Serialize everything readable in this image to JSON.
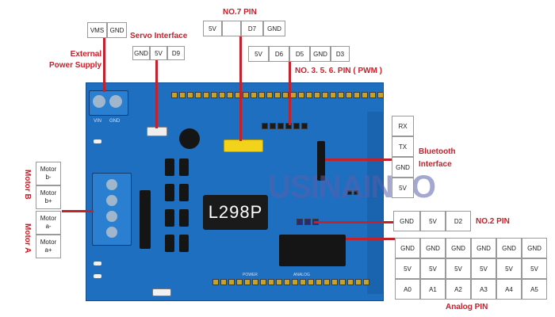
{
  "power": {
    "title": "External\nPower Supply",
    "pins": [
      "VMS",
      "GND"
    ],
    "terminal": [
      "VIN",
      "GND"
    ]
  },
  "servo": {
    "title": "Servo Interface",
    "pins": [
      "GND",
      "5V",
      "D9"
    ]
  },
  "no7": {
    "title": "NO.7 PIN",
    "pins": [
      "5V",
      "",
      "D7",
      "GND"
    ]
  },
  "pwm": {
    "title": "NO. 3. 5. 6. PIN ( PWM )",
    "pins": [
      "5V",
      "D6",
      "D5",
      "GND",
      "D3"
    ]
  },
  "bluetooth": {
    "title": "Bluetooth\nInterface",
    "pins": [
      "RX",
      "TX",
      "GND",
      "5V"
    ]
  },
  "no2": {
    "title": "NO.2 PIN",
    "pins": [
      "GND",
      "5V",
      "D2"
    ]
  },
  "motor": {
    "b_title": "Motor B",
    "a_title": "Motor A",
    "pins": [
      "Motor b-",
      "Motor b+",
      "Motor a-",
      "Motor a+"
    ]
  },
  "analog": {
    "title": "Analog PIN",
    "gnd": [
      "GND",
      "GND",
      "GND",
      "GND",
      "GND",
      "GND"
    ],
    "v5": [
      "5V",
      "5V",
      "5V",
      "5V",
      "5V",
      "5V"
    ],
    "a": [
      "A0",
      "A1",
      "A2",
      "A3",
      "A4",
      "A5"
    ]
  },
  "board": {
    "chip_label": "L298P",
    "watermark": "USINAINFO",
    "power_label": "POWER",
    "analog_label": "ANALOG"
  },
  "colors": {
    "board": "#1f6fc0",
    "label": "#c8202a",
    "line": "#c0232b",
    "header": "#f2d21a"
  }
}
